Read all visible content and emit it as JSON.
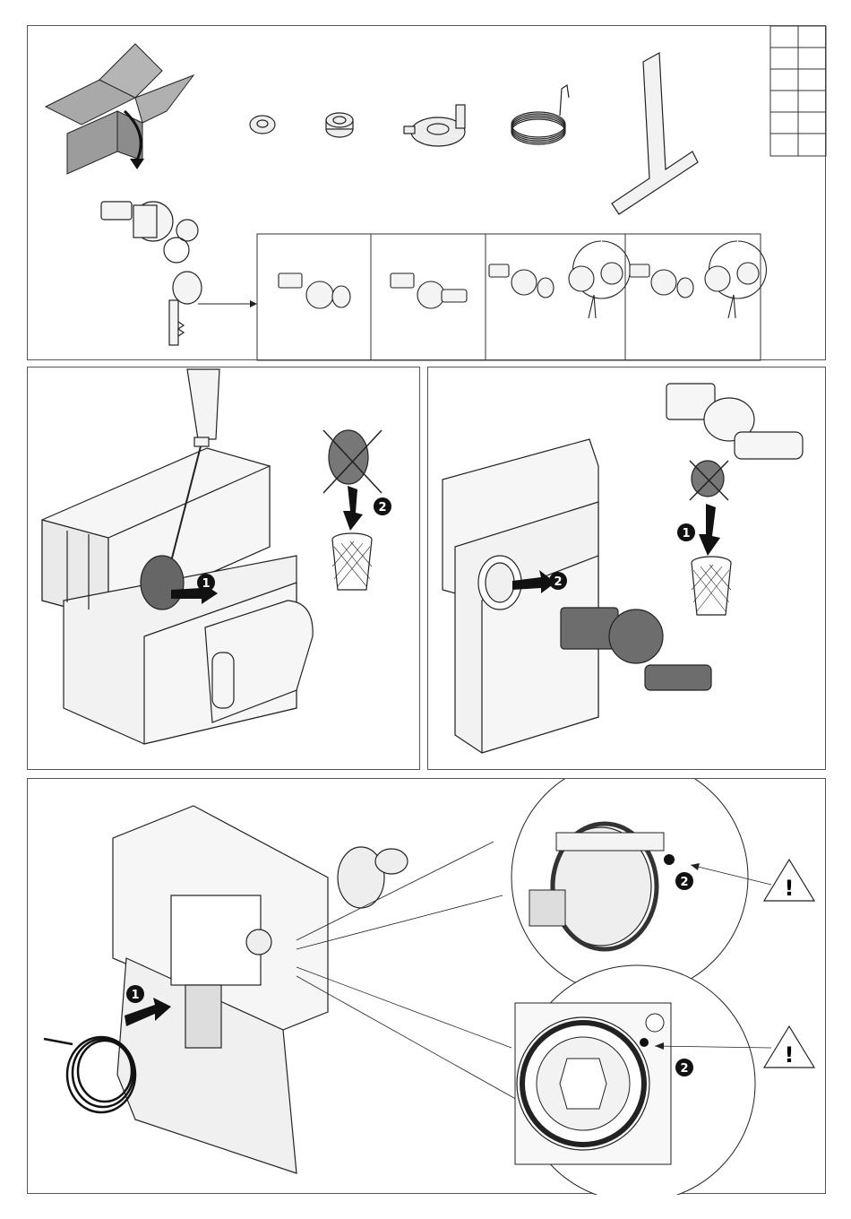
{
  "steps": {
    "panel2": {
      "remove_step": "1",
      "discard_step": "2"
    },
    "panel3": {
      "discard_step": "1",
      "insert_step": "2"
    },
    "panel4": {
      "insert_step": "1",
      "detail_top_step": "2",
      "detail_bottom_step": "2"
    }
  },
  "warnings": {
    "symbol": "!"
  },
  "colors": {
    "line": "#222222",
    "part_grey": "#9a9a9a",
    "part_dark": "#555555",
    "fill_light": "#f2f2f2"
  }
}
